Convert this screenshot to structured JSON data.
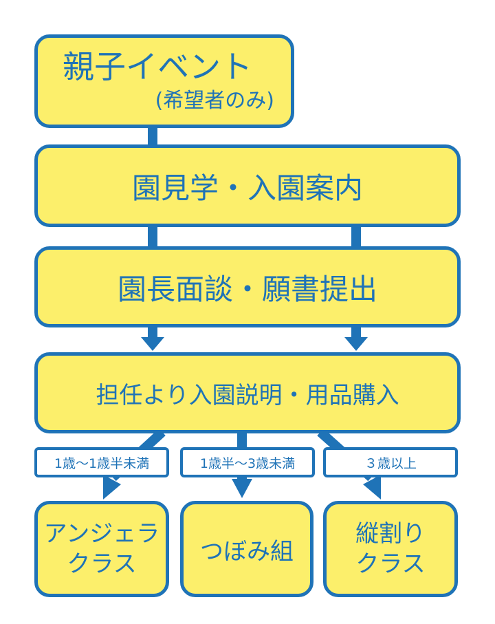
{
  "colors": {
    "fill": "#fcef6b",
    "stroke": "#1f73b7",
    "tag_fill": "#ffffff"
  },
  "steps": {
    "event": {
      "title": "親子イベント",
      "note": "(希望者のみ)"
    },
    "tour": "園見学・入園案内",
    "interview": "園長面談・願書提出",
    "explain": "担任より入園説明・用品購入"
  },
  "branches": [
    {
      "condition": "1歳～1歳半未満",
      "class_lines": [
        "アンジェラ",
        "クラス"
      ]
    },
    {
      "condition": "1歳半～3歳未満",
      "class_lines": [
        "つぼみ組"
      ]
    },
    {
      "condition": "３歳以上",
      "class_lines": [
        "縦割り",
        "クラス"
      ]
    }
  ]
}
